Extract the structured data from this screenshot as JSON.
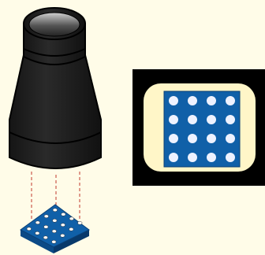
{
  "scene": {
    "background_color": "#fffce8",
    "camera": {
      "icon": "camera-lens-icon",
      "body_color": "#1a1a1a",
      "outline_color": "#000000",
      "lens_highlight_color": "#b5b5b5"
    },
    "projection_lines": {
      "color": "#c0392b",
      "style": "dashed",
      "count": 3
    },
    "grid_object": {
      "icon": "dot-grid-plate-icon",
      "rows": 4,
      "cols": 4,
      "fill_color": "#1060a8",
      "dot_color": "#ffffff"
    },
    "captured_image": {
      "frame_color": "#000000",
      "viewport_color": "#fff6c8",
      "grid_rows": 4,
      "grid_cols": 4,
      "grid_fill_color": "#1060a8",
      "dot_color": "#eef2ff"
    }
  }
}
